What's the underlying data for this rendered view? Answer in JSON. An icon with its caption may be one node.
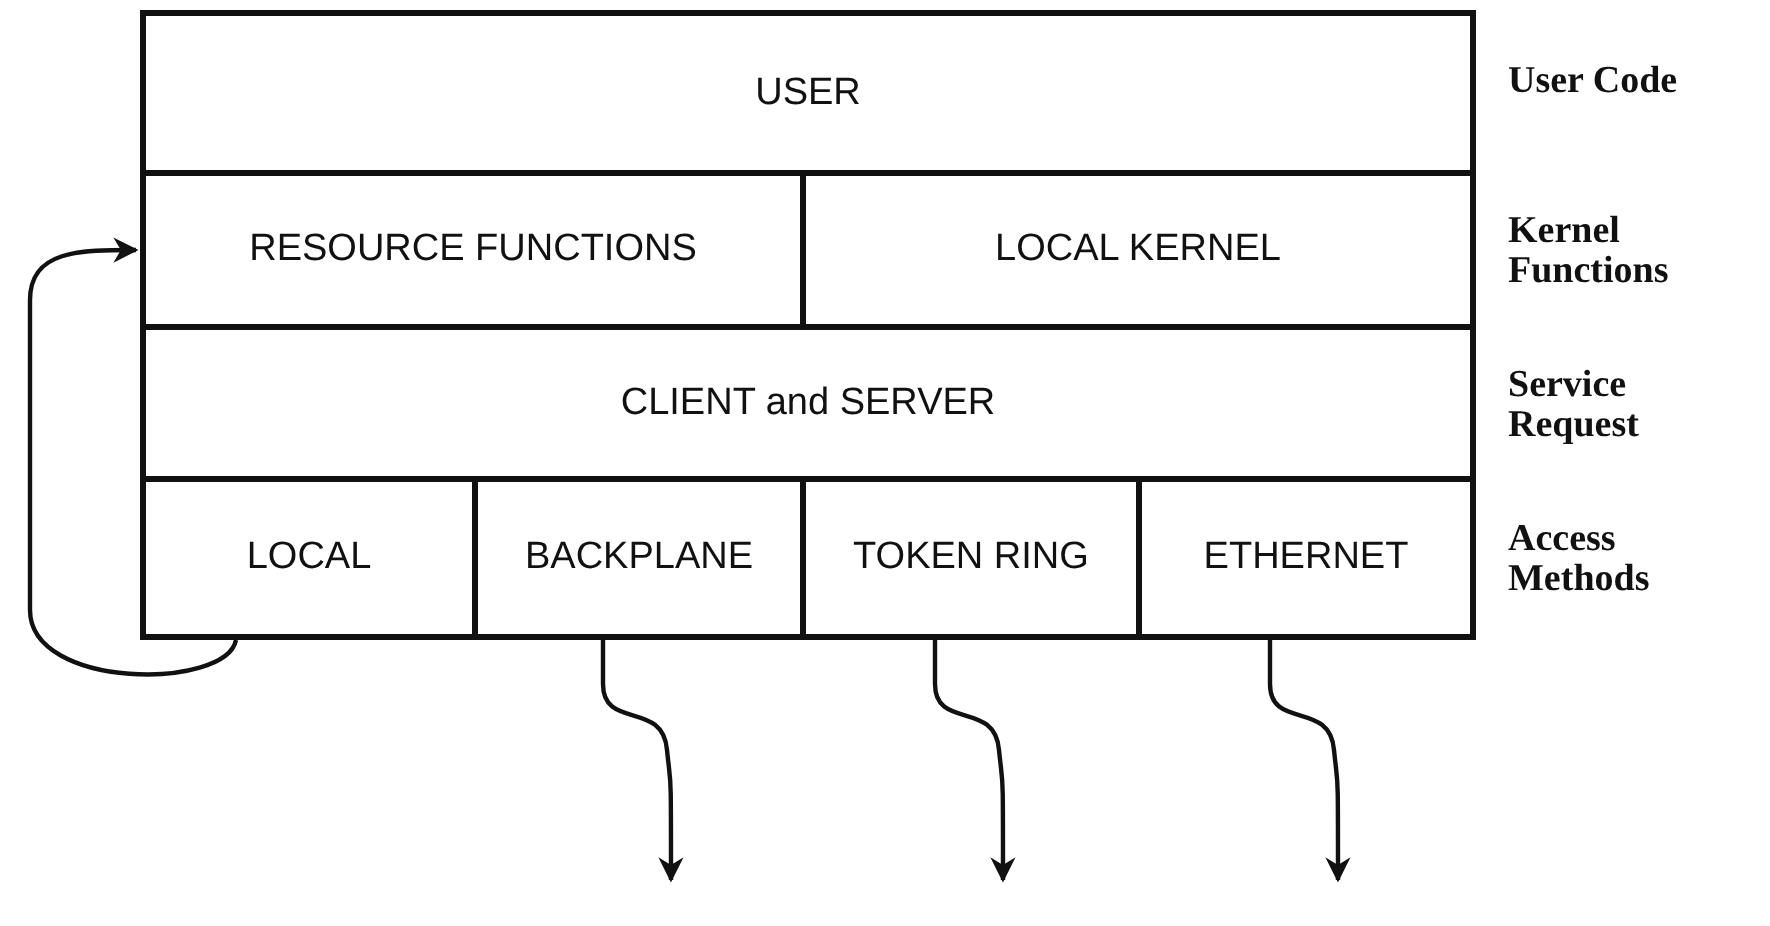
{
  "diagram": {
    "nodes": [
      {
        "text": [
          "USER"
        ]
      },
      {
        "text": [
          "RESOURCE FUNCTIONS"
        ]
      },
      {
        "text": [
          "LOCAL KERNEL"
        ]
      },
      {
        "text": [
          "CLIENT and SERVER"
        ]
      },
      {
        "text": [
          "LOCAL"
        ]
      },
      {
        "text": [
          "BACKPLANE"
        ]
      },
      {
        "text": [
          "TOKEN RING"
        ]
      },
      {
        "text": [
          "ETHERNET"
        ]
      }
    ],
    "edges": [
      {
        "from": 4,
        "to": 1,
        "arrow": "to"
      },
      {
        "from": 5,
        "to": null,
        "arrow": "to"
      },
      {
        "from": 6,
        "to": null,
        "arrow": "to"
      },
      {
        "from": 7,
        "to": null,
        "arrow": "to"
      }
    ],
    "labels": [
      "User Code",
      "Kernel Functions",
      "Service Request",
      "Access Methods"
    ]
  }
}
